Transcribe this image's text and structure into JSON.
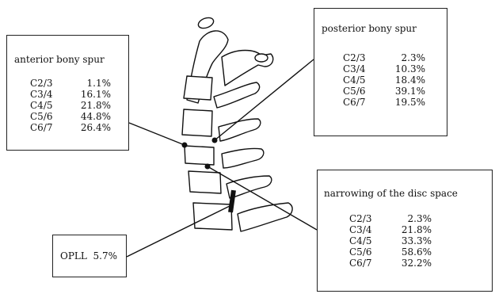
{
  "anterior_bony_spur": {
    "title": "anterior bony spur",
    "rows": [
      {
        "level": "C2/3",
        "pct": "1.1%"
      },
      {
        "level": "C3/4",
        "pct": "16.1%"
      },
      {
        "level": "C4/5",
        "pct": "21.8%"
      },
      {
        "level": "C5/6",
        "pct": "44.8%"
      },
      {
        "level": "C6/7",
        "pct": "26.4%"
      }
    ]
  },
  "posterior_bony_spur": {
    "title": "posterior bony spur",
    "rows": [
      {
        "level": "C2/3",
        "pct": "2.3%"
      },
      {
        "level": "C3/4",
        "pct": "10.3%"
      },
      {
        "level": "C4/5",
        "pct": "18.4%"
      },
      {
        "level": "C5/6",
        "pct": "39.1%"
      },
      {
        "level": "C6/7",
        "pct": "19.5%"
      }
    ]
  },
  "narrowing_disc_space": {
    "title": "narrowing of the disc space",
    "rows": [
      {
        "level": "C2/3",
        "pct": "2.3%"
      },
      {
        "level": "C3/4",
        "pct": "21.8%"
      },
      {
        "level": "C4/5",
        "pct": "33.3%"
      },
      {
        "level": "C5/6",
        "pct": "58.6%"
      },
      {
        "level": "C6/7",
        "pct": "32.2%"
      }
    ]
  },
  "opll": {
    "label": "OPLL",
    "pct": "5.7%"
  }
}
